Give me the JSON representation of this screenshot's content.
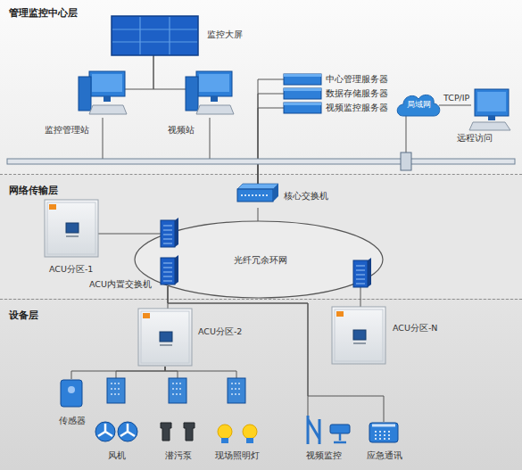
{
  "diagram": {
    "nodes": [
      {
        "text": [
          "管理监控中心层"
        ]
      },
      {
        "text": [
          "监控大屏"
        ],
        "in": 0
      },
      {
        "text": [
          "监控管理站"
        ],
        "in": 0
      },
      {
        "text": [
          "视频站"
        ],
        "in": 0
      },
      {
        "text": [
          "中心管理服务器"
        ],
        "in": 0
      },
      {
        "text": [
          "数据存储服务器"
        ],
        "in": 0
      },
      {
        "text": [
          "视频监控服务器"
        ],
        "in": 0
      },
      {
        "text": [
          "局域网"
        ],
        "in": 0
      },
      {
        "text": [
          "远程访问"
        ],
        "in": 0
      },
      {
        "text": [
          "网络传输层"
        ]
      },
      {
        "text": [
          "核心交换机"
        ],
        "in": 9
      },
      {
        "text": [
          "ACU分区-1"
        ],
        "in": 9
      },
      {
        "text": [
          "光纤冗余环网"
        ],
        "in": 9
      },
      {
        "text": [
          "ACU内置交换机"
        ],
        "in": 9
      },
      {
        "text": [
          "设备层"
        ]
      },
      {
        "text": [
          "ACU分区-2"
        ],
        "in": 14
      },
      {
        "text": [
          "ACU分区-N"
        ],
        "in": 14
      },
      {
        "text": [
          "传感器"
        ],
        "in": 14
      },
      {
        "text": [
          "风机"
        ],
        "in": 14
      },
      {
        "text": [
          "潜污泵"
        ],
        "in": 14
      },
      {
        "text": [
          "现场照明灯"
        ],
        "in": 14
      },
      {
        "text": [
          "视频监控"
        ],
        "in": 14
      },
      {
        "text": [
          "应急通讯"
        ],
        "in": 14
      }
    ],
    "edges": [
      {
        "from": 1,
        "to": 2,
        "arrow": "none"
      },
      {
        "from": 1,
        "to": 3,
        "arrow": "none"
      },
      {
        "from": 2,
        "to": 10,
        "arrow": "none"
      },
      {
        "from": 3,
        "to": 10,
        "arrow": "none"
      },
      {
        "from": 4,
        "to": 10,
        "arrow": "none"
      },
      {
        "from": 5,
        "to": 10,
        "arrow": "none"
      },
      {
        "from": 6,
        "to": 10,
        "arrow": "none"
      },
      {
        "from": 7,
        "to": 10,
        "arrow": "none"
      },
      {
        "from": 7,
        "to": 8,
        "label": "TCP/IP",
        "arrow": "none"
      },
      {
        "from": 10,
        "to": 12,
        "arrow": "none"
      },
      {
        "from": 11,
        "to": 12,
        "arrow": "none"
      },
      {
        "from": 13,
        "to": 15,
        "arrow": "none"
      },
      {
        "from": 16,
        "to": 12,
        "arrow": "none"
      },
      {
        "from": 15,
        "to": 17,
        "arrow": "none"
      },
      {
        "from": 15,
        "to": 18,
        "arrow": "none"
      },
      {
        "from": 15,
        "to": 19,
        "arrow": "none"
      },
      {
        "from": 15,
        "to": 20,
        "arrow": "none"
      },
      {
        "from": 13,
        "to": 21,
        "arrow": "none"
      },
      {
        "from": 13,
        "to": 22,
        "arrow": "none"
      }
    ]
  }
}
